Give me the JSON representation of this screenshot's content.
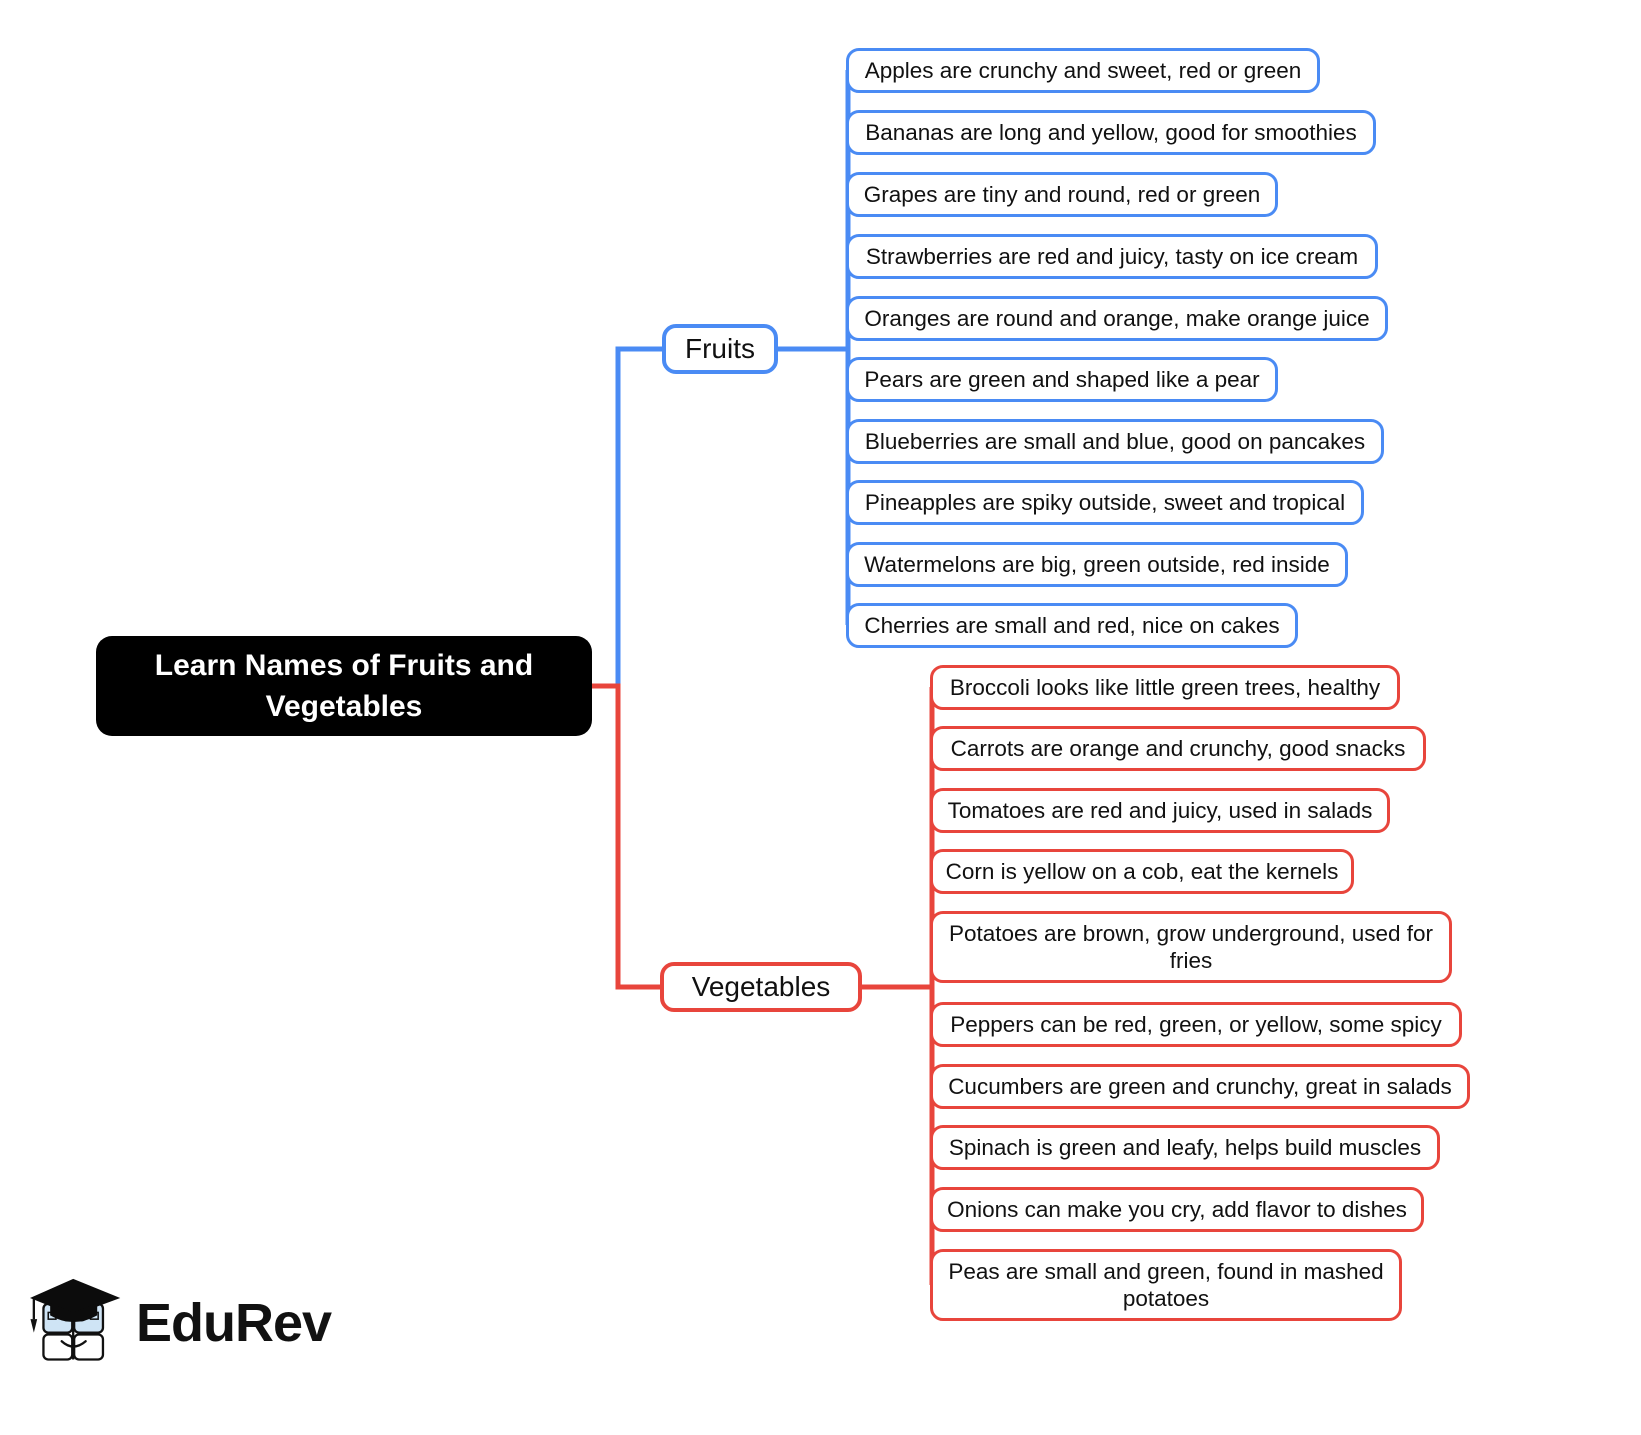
{
  "diagram": {
    "type": "mind-map",
    "root": {
      "label": "Learn Names of Fruits and Vegetables",
      "color": "#000000",
      "text_color": "#ffffff"
    },
    "branches": [
      {
        "label": "Fruits",
        "color": "#4a8bf4",
        "children": [
          "Apples are crunchy and sweet, red or green",
          "Bananas are long and yellow, good for smoothies",
          "Grapes are tiny and round, red or green",
          "Strawberries are red and juicy, tasty on ice cream",
          "Oranges are round and orange, make orange juice",
          "Pears are green and shaped like a pear",
          "Blueberries are small and blue, good on pancakes",
          "Pineapples are spiky outside, sweet and tropical",
          "Watermelons are big, green outside, red inside",
          "Cherries are small and red, nice on cakes"
        ]
      },
      {
        "label": "Vegetables",
        "color": "#e8453c",
        "children": [
          "Broccoli looks like little green trees, healthy",
          "Carrots are orange and crunchy, good snacks",
          "Tomatoes are red and juicy, used in salads",
          "Corn is yellow on a cob, eat the kernels",
          "Potatoes are brown, grow underground, used for fries",
          "Peppers can be red, green, or yellow, some spicy",
          "Cucumbers are green and crunchy, great in salads",
          "Spinach is green and leafy, helps build muscles",
          "Onions can make you cry, add flavor to dishes",
          "Peas are small and green, found in mashed potatoes"
        ]
      }
    ]
  },
  "logo": {
    "text": "EduRev",
    "mark": "graduation-cap-book-icon"
  }
}
